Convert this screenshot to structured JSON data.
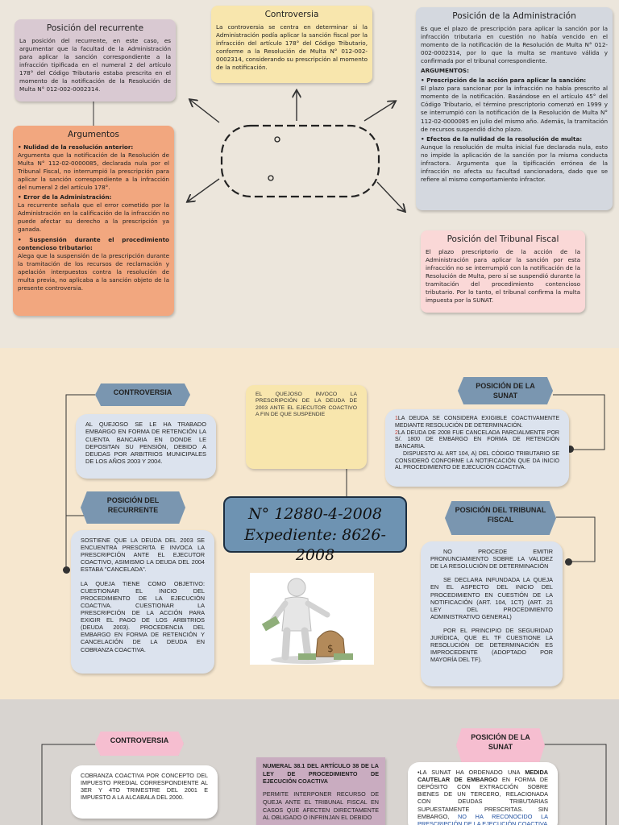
{
  "section1": {
    "recurrente": {
      "title": "Posición del recurrente",
      "text": "La posición del recurrente, en este caso, es argumentar que la facultad de la Administración para aplicar la sanción correspondiente a la infracción tipificada en el numeral 2 del artículo 178° del Código Tributario estaba prescrita en el momento de la notificación de la Resolución de Multa N° 012-002-0002314."
    },
    "controversia": {
      "title": "Controversia",
      "text": "La controversia se centra en determinar si la Administración podía aplicar la sanción fiscal por la infracción del artículo 178° del Código Tributario, conforme a la Resolución de Multa N° 012-002-0002314, considerando su prescripción al momento de la notificación."
    },
    "administracion": {
      "title": "Posición de la Administración",
      "intro": "Es que el plazo de prescripción para aplicar la sanción por la infracción tributaria en cuestión no había vencido en el momento de la notificación de la Resolución de Multa N° 012-002-0002314, por lo que la multa se mantuvo válida y confirmada por el tribunal correspondiente.",
      "args_label": "ARGUMENTOS:",
      "item1_title": "Prescripción de la acción para aplicar la sanción:",
      "item1_text": "El plazo para sancionar por la infracción no había prescrito al momento de la notificación. Basándose en el artículo 45° del Código Tributario, el término prescriptorio comenzó en 1999 y se interrumpió con la notificación de la Resolución de Multa N° 112-02-0000085 en julio del mismo año. Además, la tramitación de recursos suspendió dicho plazo.",
      "item2_title": "Efectos de la nulidad de la resolución de multa:",
      "item2_text": "Aunque la resolución de multa inicial fue declarada nula, esto no impide la aplicación de la sanción por la misma conducta infractora. Argumenta que la tipificación errónea de la infracción no afecta su facultad sancionadora, dado que se refiere al mismo comportamiento infractor."
    },
    "argumentos": {
      "title": "Argumentos",
      "item1_title": "Nulidad de la resolución anterior:",
      "item1_text": "Argumenta que la notificación de la Resolución de Multa N° 112-02-0000085, declarada nula por el Tribunal Fiscal, no interrumpió la prescripción para aplicar la sanción correspondiente a la infracción del numeral 2 del artículo 178°.",
      "item2_title": "Error de la Administración:",
      "item2_text": "La recurrente señala que el error cometido por la Administración en la calificación de la infracción no puede afectar su derecho a la prescripción ya ganada.",
      "item3_title": "Suspensión durante el procedimiento contencioso tributario:",
      "item3_text": "Alega que la suspensión de la prescripción durante la tramitación de los recursos de reclamación y apelación interpuestos contra la resolución de multa previa, no aplicaba a la sanción objeto de la presente controversia."
    },
    "tribunal": {
      "title": "Posición del Tribunal Fiscal",
      "text": "El plazo prescriptorio de la acción de la Administración para aplicar la sanción por esta infracción no se interrumpió con la notificación de la Resolución de Multa, pero sí se suspendió durante la tramitación del procedimiento contencioso tributario. Por lo tanto, el tribunal confirma la multa impuesta por la SUNAT."
    }
  },
  "section2": {
    "title_line1": "N° 12880-4-2008",
    "title_line2": "Expediente: 8626-2008",
    "controversia_label": "CONTROVERSIA",
    "controversia_text": "AL QUEJOSO SE LE HA TRABADO EMBARGO EN FORMA DE RETENCIÓN LA CUENTA BANCARIA EN DONDE LE DEPOSITAN SU PENSIÓN, DEBIDO A DEUDAS POR ARBITRIOS MUNICIPALES DE LOS AÑOS 2003 Y 2004.",
    "quejoso_text": "EL QUEJOSO INVOCO LA PRESCRIPCIÓN DE LA DEUDA DE 2003 ANTE EL EJECUTOR COACTIVO A FIN DE QUE SUSPENDIE",
    "sunat_label": "POSICIÓN DE LA SUNAT",
    "sunat_num1": "1",
    "sunat_text1": "LA DEUDA SE CONSIDERA EXIGIBLE COACTIVAMENTE MEDIANTE RESOLUCIÓN DE DETERMINACIÓN.",
    "sunat_num2": "2",
    "sunat_text2": "LA DEUDA DE 2008 FUE CANCELADA PARCIALMENTE POR S/. 1800 DE EMBARGO EN FORMA DE RETENCIÓN BANCARIA.",
    "sunat_text3": "DISPUESTO AL ART 104, A) DEL CÓDIGO TRIBUTARIO SE CONSIDERÓ CONFORME LA NOTIFICACIÓN QUE DA INICIO AL PROCEDIMIENTO DE EJECUCIÓN COACTIVA.",
    "recurrente_label": "POSICIÓN DEL RECURRENTE",
    "recurrente_text1": "SOSTIENE QUE LA DEUDA DEL 2003 SE ENCUENTRA PRESCRITA E INVOCA LA PRESCRIPCIÓN ANTE EL EJECUTOR COACTIVO, ASIMISMO LA DEUDA DEL 2004 ESTABA \"CANCELADA\".",
    "recurrente_text2": "LA QUEJA TIENE COMO OBJETIVO: CUESTIONAR EL INICIO DEL PROCEDIMIENTO DE LA EJECUCIÓN COACTIVA. CUESTIONAR LA PRESCRIPCIÓN DE LA ACCIÓN PARA EXIGIR EL PAGO DE LOS ARBITRIOS (DEUDA 2003). PROCEDENCIA DEL EMBARGO EN FORMA DE RETENCIÓN Y CANCELACIÓN DE LA DEUDA EN COBRANZA COACTIVA.",
    "tribunal_label": "POSICIÓN DEL TRIBUNAL FISCAL",
    "tribunal_text1": "NO PROCEDE EMITIR PRONUNCIAMIENTO SOBRE LA VALIDEZ DE LA RESOLUCIÓN DE DETERMINACIÓN",
    "tribunal_text2": "SE DECLARA INFUNDADA LA QUEJA EN EL ASPECTO DEL INICIO DEL PROCEDIMIENTO EN CUESTIÓN DE LA NOTIFICACIÓN (ART. 104, 1CT) (ART. 21 LEY DEL PROCEDIMIENTO ADMINISTRATIVO GENERAL)",
    "tribunal_text3": "POR EL PRINCIPIO DE SEGURIDAD JURÍDICA, QUE EL TF CUESTIONE LA RESOLUCIÓN DE DETERMINACIÓN ES IMPROCEDENTE (ADOPTADO POR MAYORÍA DEL TF)."
  },
  "section3": {
    "controversia_label": "CONTROVERSIA",
    "controversia_text": "COBRANZA COACTIVA POR CONCEPTO DEL IMPUESTO PREDIAL CORRESPONDIENTE AL 3ER Y 4TO TRIMESTRE DEL 2001 E IMPUESTO A LA ALCABALA DEL 2000.",
    "numeral_title": "NUMERAL 38.1 DEL ARTÍCULO 38 DE LA LEY DE PROCEDIMIENTO DE EJECUCIÓN COACTIVA",
    "numeral_text": "PERMITE INTERPONER RECURSO DE QUEJA ANTE EL TRIBUNAL FISCAL EN CASOS QUE AFECTEN DIRECTAMENTE AL OBLIGADO O INFRINJAN EL DEBIDO",
    "sunat_label": "POSICIÓN DE LA SUNAT",
    "sunat_text_a": "•LA SUNAT HA ORDENADO UNA",
    "sunat_text_b": "MEDIDA CAUTELAR DE EMBARGO",
    "sunat_text_c": "EN FORMA DE DEPÓSITO CON EXTRACCIÓN SOBRE BIENES DE UN TERCERO, RELACIONADA CON DEUDAS TRIBUTARIAS SUPUESTAMENTE PRESCRITAS. SIN EMBARGO,",
    "sunat_text_d": "NO HA RECONOCIDO LA PRESCRIPCIÓN DE LA EJECUCIÓN COACTIVA"
  },
  "colors": {
    "recurrente_box": "#d9c9d2",
    "controversia_box": "#f8e6ad",
    "administracion_box": "#d4d8df",
    "argumentos_box": "#f2a77f",
    "tribunal_box": "#fad8d7",
    "section2_pill": "#7a96b0",
    "section2_cloud": "#dce3ee",
    "section2_title": "#6e93b2",
    "section3_pill": "#f6bed0",
    "section3_numeral": "#c9acc0",
    "link_blue": "#1f4fa0"
  },
  "icons": [
    "arrow-icon",
    "businessman-money-image"
  ]
}
